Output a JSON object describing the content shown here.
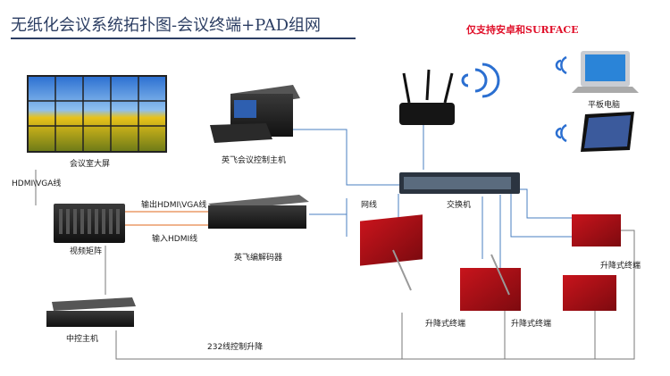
{
  "title": "无纸化会议系统拓扑图-会议终端+PAD组网",
  "notice": "仅支持安卓和SURFACE",
  "labels": {
    "video_wall": "会议室大屏",
    "hdmi_vga_left": "HDMI\\VGA线",
    "video_matrix": "视频矩阵",
    "output_hdmi_vga": "输出HDMI\\VGA线",
    "input_hdmi": "输入HDMI线",
    "control_host": "英飞会议控制主机",
    "codec": "英飞编解码器",
    "network_cable": "网线",
    "switch": "交换机",
    "tablet": "平板电脑",
    "lift_terminal_right": "升降式终端",
    "lift_terminal_mid1": "升降式终端",
    "lift_terminal_mid2": "升降式终端",
    "central_control": "中控主机",
    "rs232_line": "232线控制升降"
  },
  "colors": {
    "title": "#2c3e63",
    "notice": "#e0102a",
    "wire_blue": "#4a7fc1",
    "wire_orange": "#e8874a",
    "wire_gray": "#7a7a7a"
  }
}
